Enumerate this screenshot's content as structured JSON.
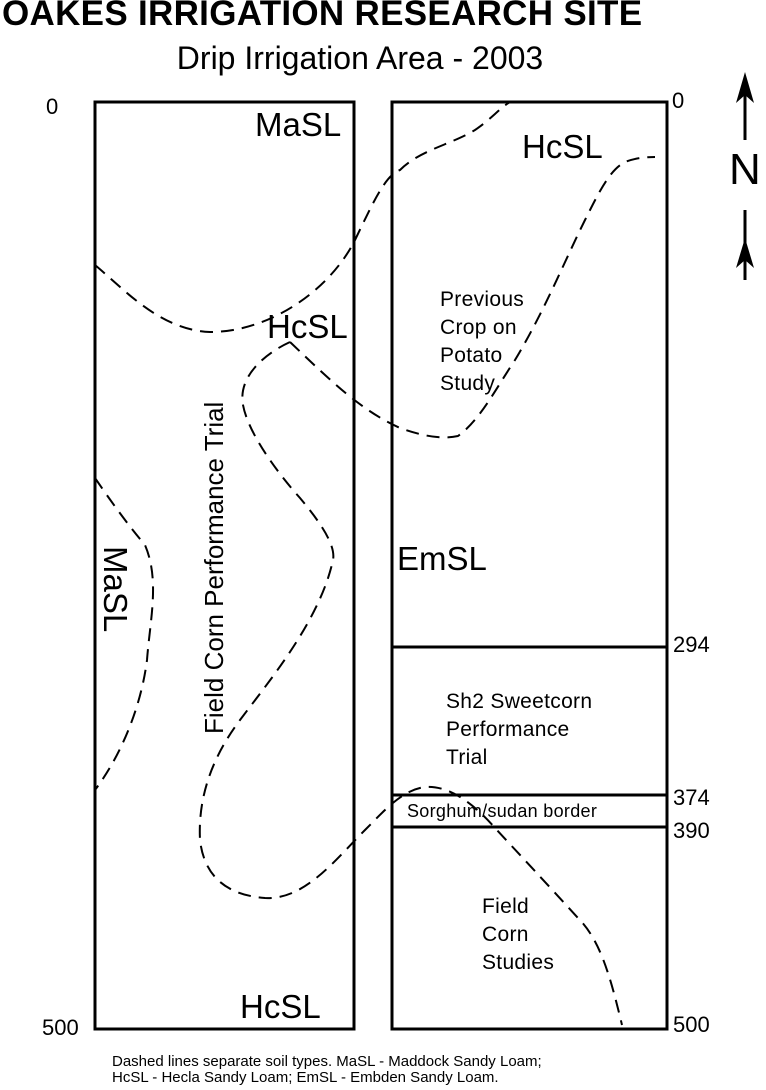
{
  "title": "OAKES IRRIGATION RESEARCH SITE",
  "subtitle": "Drip Irrigation Area - 2003",
  "scale": {
    "left_top": "0",
    "left_bottom": "500",
    "right_top": "0",
    "right_294": "294",
    "right_374": "374",
    "right_390": "390",
    "right_bottom": "500"
  },
  "north_label": "N",
  "left_field": {
    "soil_top": "MaSL",
    "soil_mid": "HcSL",
    "soil_side": "MaSL",
    "soil_bottom": "HcSL",
    "trial_label": "Field Corn Performance Trial"
  },
  "right_field": {
    "soil_top": "HcSL",
    "soil_mid": "EmSL",
    "previous_crop": [
      "Previous",
      "Crop on",
      "Potato",
      "Study"
    ],
    "sweetcorn": [
      "Sh2 Sweetcorn",
      "Performance",
      "Trial"
    ],
    "border": "Sorghum/sudan border",
    "field_corn": [
      "Field",
      "Corn",
      "Studies"
    ]
  },
  "footnote": {
    "line1": "Dashed lines separate soil types.  MaSL - Maddock Sandy Loam;",
    "line2": "HcSL - Hecla Sandy Loam; EmSL - Embden Sandy Loam."
  }
}
